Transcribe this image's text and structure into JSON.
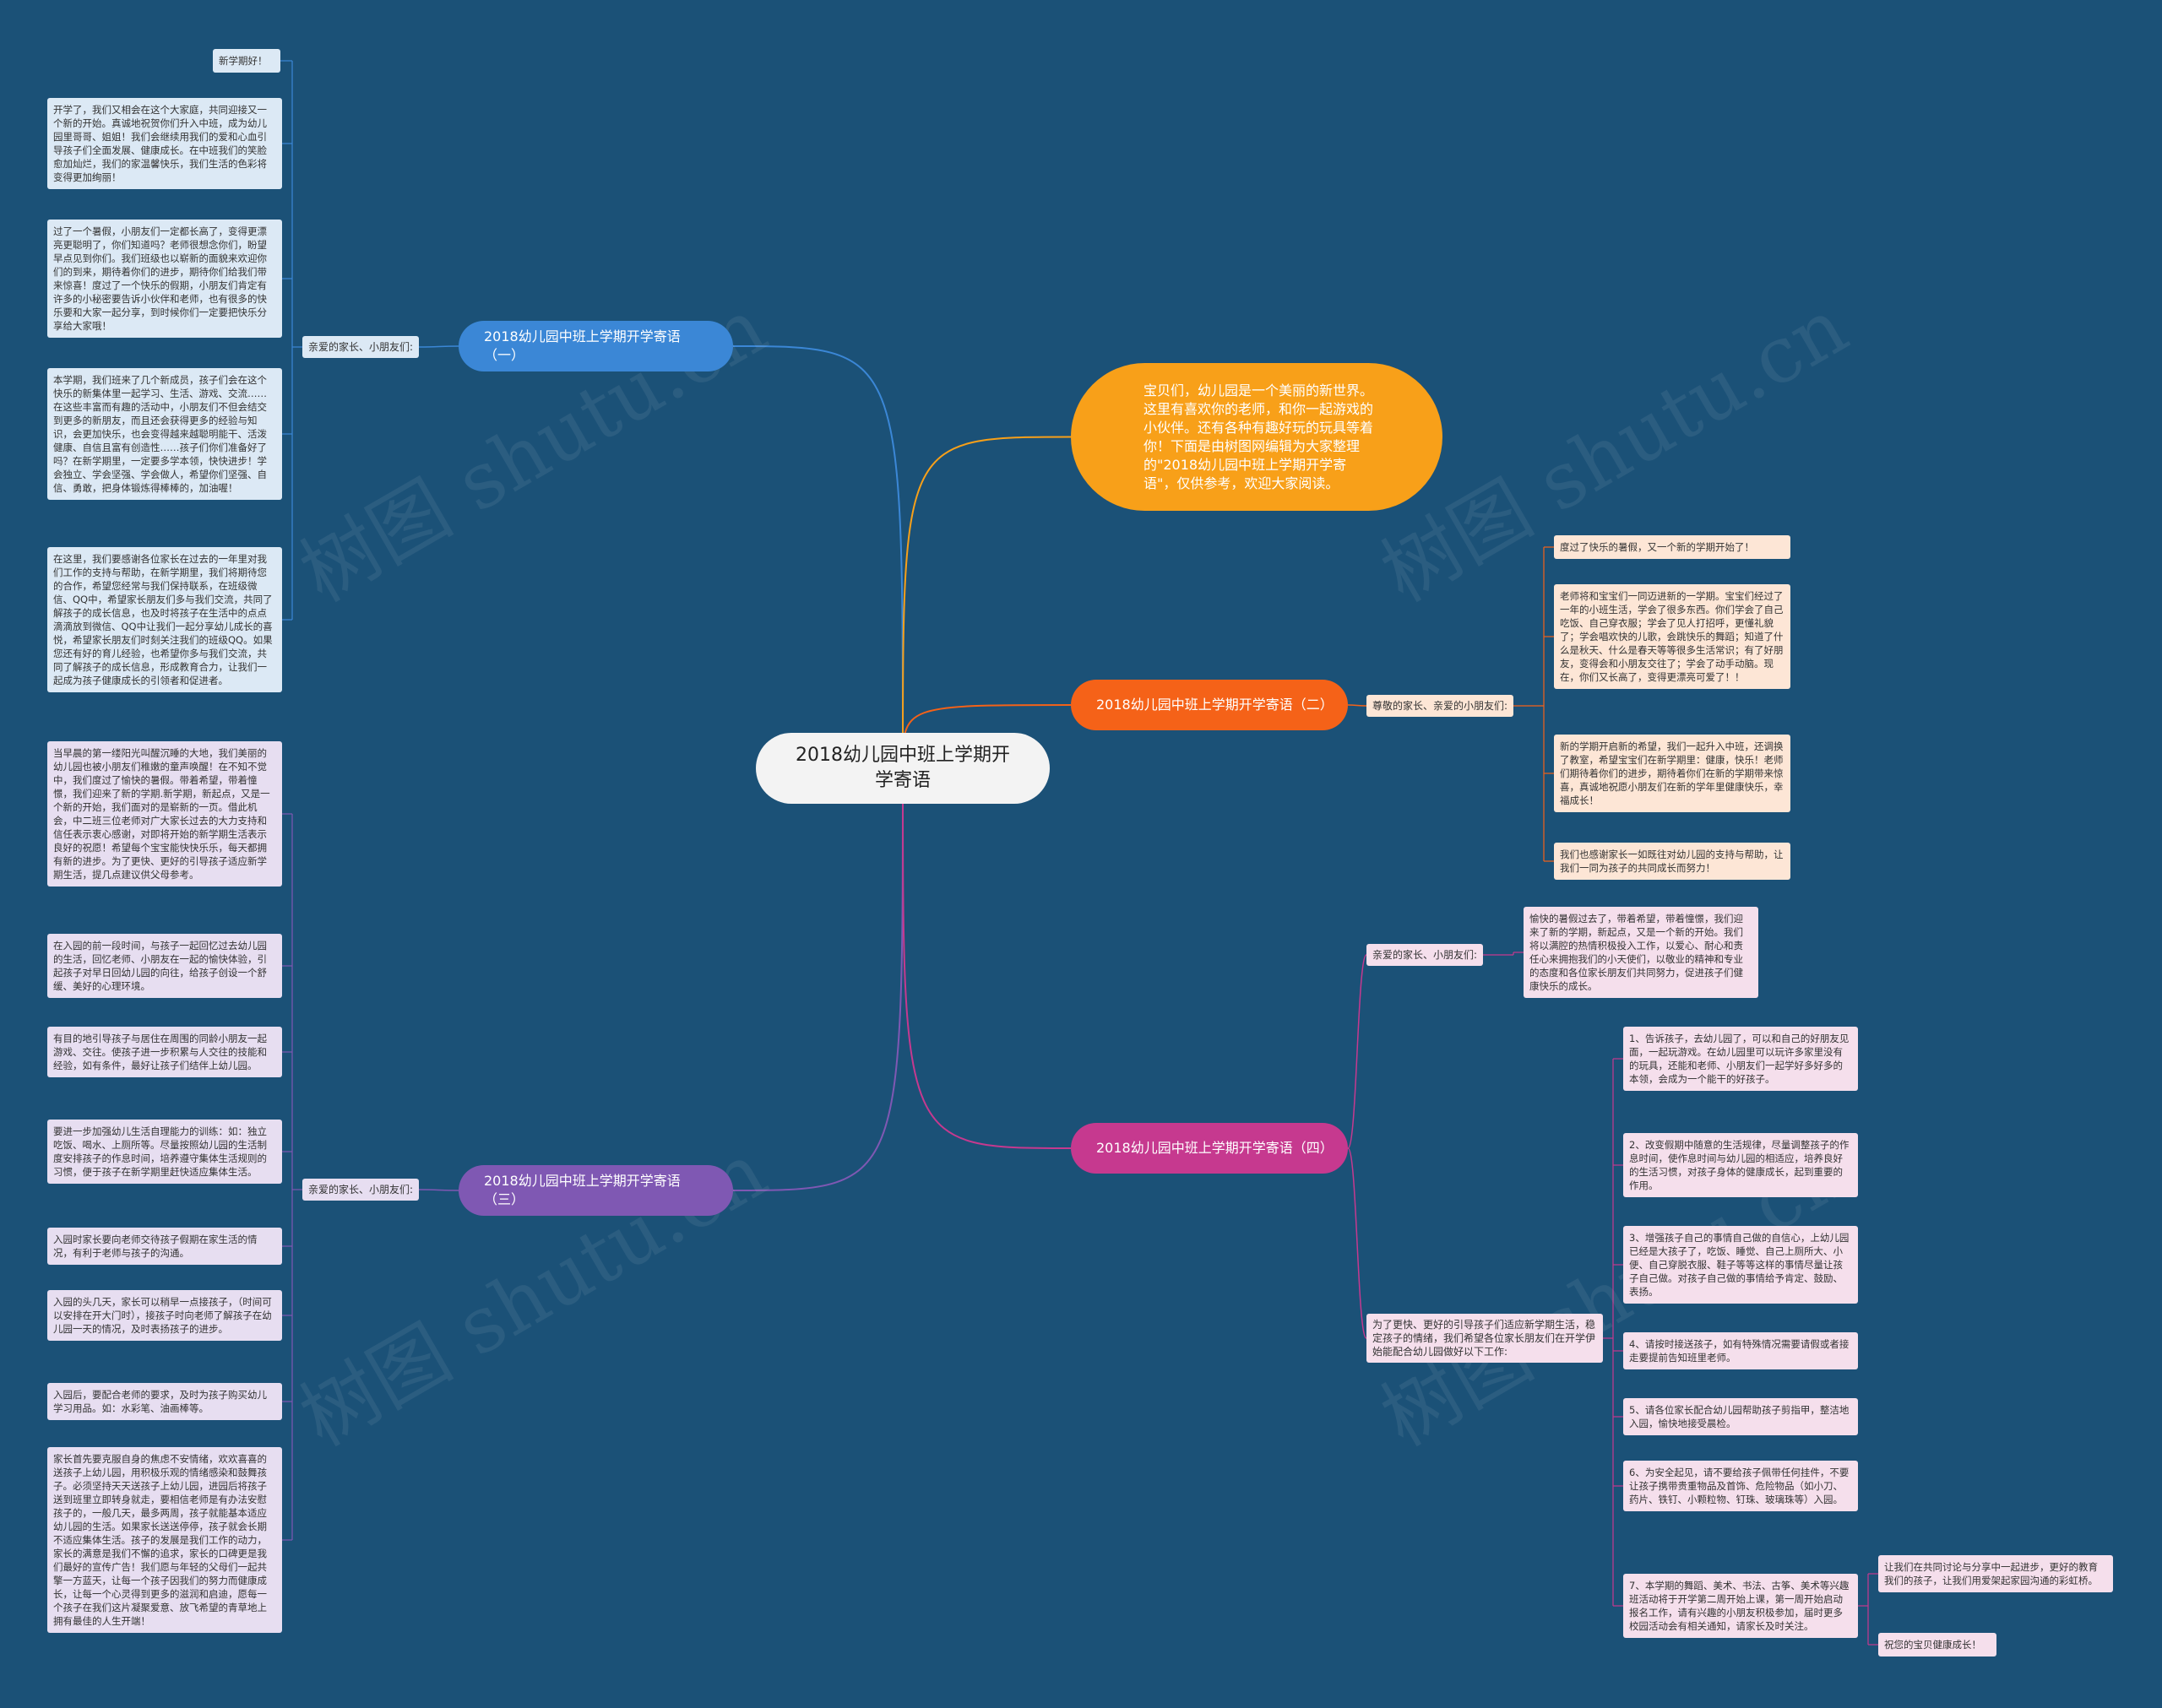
{
  "root": "2018幼儿园中班上学期开学寄语",
  "intro": "宝贝们，幼儿园是一个美丽的新世界。这里有喜欢你的老师，和你一起游戏的小伙伴。还有各种有趣好玩的玩具等着你！下面是由树图网编辑为大家整理的\"2018幼儿园中班上学期开学寄语\"，仅供参考，欢迎大家阅读。",
  "watermark": "树图 shutu.cn",
  "colors": {
    "background": "#1b5177",
    "b1": "#3b87d6",
    "b2": "#f56218",
    "b3": "#7f58b3",
    "b4": "#c6398f",
    "intro": "#f8a019"
  },
  "branch1": {
    "title": "2018幼儿园中班上学期开学寄语（一）",
    "label": "亲爱的家长、小朋友们:",
    "leaves": [
      "新学期好！",
      "开学了，我们又相会在这个大家庭，共同迎接又一个新的开始。真诚地祝贺你们升入中班，成为幼儿园里哥哥、姐姐！我们会继续用我们的爱和心血引导孩子们全面发展、健康成长。在中班我们的笑脸愈加灿烂，我们的家温馨快乐，我们生活的色彩将变得更加绚丽！",
      "过了一个暑假，小朋友们一定都长高了，变得更漂亮更聪明了，你们知道吗？老师很想念你们，盼望早点见到你们。我们班级也以崭新的面貌来欢迎你们的到来，期待着你们的进步，期待你们给我们带来惊喜！度过了一个快乐的假期，小朋友们肯定有许多的小秘密要告诉小伙伴和老师，也有很多的快乐要和大家一起分享，到时候你们一定要把快乐分享给大家哦！",
      "本学期，我们班来了几个新成员，孩子们会在这个快乐的新集体里一起学习、生活、游戏、交流……在这些丰富而有趣的活动中，小朋友们不但会结交到更多的新朋友，而且还会获得更多的经验与知识，会更加快乐，也会变得越来越聪明能干、活泼健康、自信且富有创造性……孩子们你们准备好了吗？在新学期里，一定要多学本领，快快进步！学会独立、学会坚强、学会做人，希望你们坚强、自信、勇敢，把身体锻炼得棒棒的，加油喔！",
      "在这里，我们要感谢各位家长在过去的一年里对我们工作的支持与帮助，在新学期里，我们将期待您的合作，希望您经常与我们保持联系，在班级微信、QQ中，希望家长朋友们多与我们交流，共同了解孩子的成长信息，也及时将孩子在生活中的点点滴滴放到微信、QQ中让我们一起分享幼儿成长的喜悦，希望家长朋友们时刻关注我们的班级QQ。如果您还有好的育儿经验，也希望你多与我们交流，共同了解孩子的成长信息，形成教育合力，让我们一起成为孩子健康成长的引领者和促进者。"
    ]
  },
  "branch2": {
    "title": "2018幼儿园中班上学期开学寄语（二）",
    "label": "尊敬的家长、亲爱的小朋友们:",
    "leaves": [
      "度过了快乐的暑假，又一个新的学期开始了！",
      "老师将和宝宝们一同迈进新的一学期。宝宝们经过了一年的小班生活，学会了很多东西。你们学会了自己吃饭、自己穿衣服；学会了见人打招呼，更懂礼貌了；学会唱欢快的儿歌，会跳快乐的舞蹈；知道了什么是秋天、什么是春天等等很多生活常识；有了好朋友，变得会和小朋友交往了；学会了动手动脑。现在，你们又长高了，变得更漂亮可爱了！！",
      "新的学期开启新的希望，我们一起升入中班，还调换了教室，希望宝宝们在新学期里：健康，快乐！老师们期待着你们的进步，期待着你们在新的学期带来惊喜，真诚地祝愿小朋友们在新的学年里健康快乐，幸福成长！",
      "我们也感谢家长一如既往对幼儿园的支持与帮助，让我们一同为孩子的共同成长而努力！"
    ]
  },
  "branch3": {
    "title": "2018幼儿园中班上学期开学寄语（三）",
    "label": "亲爱的家长、小朋友们:",
    "leaves": [
      "当早晨的第一缕阳光叫醒沉睡的大地，我们美丽的幼儿园也被小朋友们稚嫩的童声唤醒！在不知不觉中，我们度过了愉快的暑假。带着希望，带着憧憬，我们迎来了新的学期.新学期，新起点，又是一个新的开始，我们面对的是崭新的一页。借此机会，中二班三位老师对广大家长过去的大力支持和信任表示衷心感谢，对即将开始的新学期生活表示良好的祝愿！希望每个宝宝能快快乐乐，每天都拥有新的进步。为了更快、更好的引导孩子适应新学期生活，提几点建议供父母参考。",
      "在入园的前一段时间，与孩子一起回忆过去幼儿园的生活，回忆老师、小朋友在一起的愉快体验，引起孩子对早日回幼儿园的向往，给孩子创设一个舒缓、美好的心理环境。",
      "有目的地引导孩子与居住在周围的同龄小朋友一起游戏、交往。使孩子进一步积累与人交往的技能和经验，如有条件，最好让孩子们结伴上幼儿园。",
      "要进一步加强幼儿生活自理能力的训练：如：独立吃饭、喝水、上厕所等。尽量按照幼儿园的生活制度安排孩子的作息时间，培养遵守集体生活规则的习惯，便于孩子在新学期里赶快适应集体生活。",
      "入园时家长要向老师交待孩子假期在家生活的情况，有利于老师与孩子的沟通。",
      "入园的头几天，家长可以稍早一点接孩子，（时间可以安排在开大门时），接孩子时向老师了解孩子在幼儿园一天的情况，及时表扬孩子的进步。",
      "入园后，要配合老师的要求，及时为孩子购买幼儿学习用品。如：水彩笔、油画棒等。",
      "家长首先要克服自身的焦虑不安情绪，欢欢喜喜的送孩子上幼儿园，用积极乐观的情绪感染和鼓舞孩子。必须坚持天天送孩子上幼儿园，进园后将孩子送到班里立即转身就走，要相信老师是有办法安慰孩子的，一般几天，最多两周，孩子就能基本适应幼儿园的生活。如果家长送送停停，孩子就会长期不适应集体生活。孩子的发展是我们工作的动力，家长的满意是我们不懈的追求，家长的口碑更是我们最好的宣传广告！我们愿与年轻的父母们一起共擎一方蓝天，让每一个孩子因我们的努力而健康成长，让每一个心灵得到更多的滋润和启迪，愿每一个孩子在我们这片凝聚爱意、放飞希望的青草地上拥有最佳的人生开端！"
    ]
  },
  "branch4": {
    "title": "2018幼儿园中班上学期开学寄语（四）",
    "label_a": "亲爱的家长、小朋友们:",
    "leaf_a": "愉快的暑假过去了，带着希望，带着憧憬，我们迎来了新的学期，新起点，又是一个新的开始。我们将以满腔的热情积极投入工作，以爱心、耐心和责任心来拥抱我们的小天使们，以敬业的精神和专业的态度和各位家长朋友们共同努力，促进孩子们健康快乐的成长。",
    "label_b": "为了更快、更好的引导孩子们适应新学期生活，稳定孩子的情绪，我们希望各位家长朋友们在开学伊始能配合幼儿园做好以下工作:",
    "items": [
      "1、告诉孩子，去幼儿园了，可以和自己的好朋友见面，一起玩游戏。在幼儿园里可以玩许多家里没有的玩具，还能和老师、小朋友们一起学好多好多的本领，会成为一个能干的好孩子。",
      "2、改变假期中随意的生活规律，尽量调整孩子的作息时间，使作息时间与幼儿园的相适应，培养良好的生活习惯，对孩子身体的健康成长，起到重要的作用。",
      "3、增强孩子自己的事情自己做的自信心，上幼儿园已经是大孩子了，吃饭、睡觉、自己上厕所大、小便、自己穿脱衣服、鞋子等等这样的事情尽量让孩子自己做。对孩子自己做的事情给予肯定、鼓励、表扬。",
      "4、请按时接送孩子，如有特殊情况需要请假或者接走要提前告知班里老师。",
      "5、请各位家长配合幼儿园帮助孩子剪指甲，整洁地入园，愉快地接受晨检。",
      "6、为安全起见，请不要给孩子佩带任何挂件，不要让孩子携带贵重物品及首饰、危险物品（如小刀、药片、铁钉、小颗粒物、钉珠、玻璃珠等）入园。",
      "7、本学期的舞蹈、美术、书法、古筝、美术等兴趣班活动将于开学第二周开始上课，第一周开始启动报名工作，请有兴趣的小朋友积极参加，届时更多校园活动会有相关通知，请家长及时关注。"
    ],
    "sub_leaves": [
      "让我们在共同讨论与分享中一起进步，更好的教育我们的孩子，让我们用爱架起家园沟通的彩虹桥。",
      "祝您的宝贝健康成长！"
    ]
  }
}
